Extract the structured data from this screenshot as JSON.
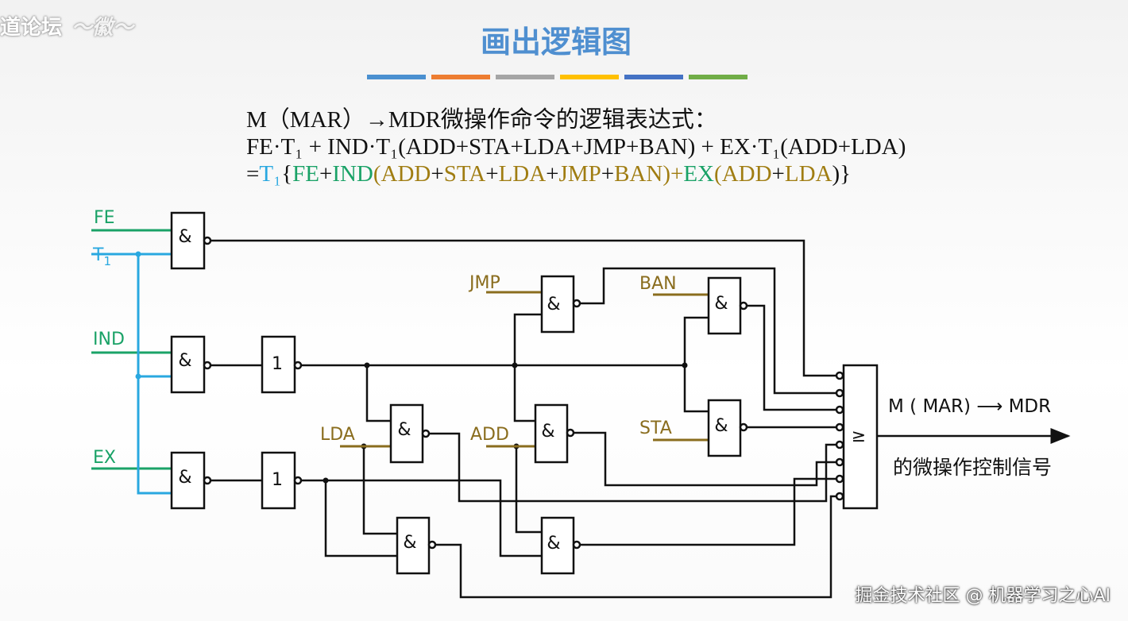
{
  "corner_text": "道论坛",
  "slide_title": "画出逻辑图",
  "title_bar_colors": [
    "#4a90d0",
    "#ed7d31",
    "#a5a5a5",
    "#ffc000",
    "#4472c4",
    "#70ad47"
  ],
  "expression": {
    "line1": "M（MAR）→MDR微操作命令的逻辑表达式：",
    "line2": "FE·T₁ + IND·T₁(ADD+STA+LDA+JMP+BAN) + EX·T₁(ADD+LDA)",
    "line3_parts": {
      "eq": "=",
      "t1": "T₁",
      "brace_open": "{",
      "fe": "FE",
      "plus1": "+",
      "ind": "IND",
      "paren1": "(",
      "add1": "ADD",
      "plus2": "+",
      "sta": "STA",
      "plus3": "+",
      "lda1": "LDA",
      "plus4": "+",
      "jmp": "JMP",
      "plus5": "+",
      "ban": "BAN",
      "paren2": ")+",
      "ex": "EX",
      "paren3": "(",
      "add2": "ADD",
      "plus6": "+",
      "lda2": "LDA",
      "close": ")}"
    }
  },
  "colors": {
    "green": "#1aa267",
    "blue": "#29a8e0",
    "olive": "#8a6d1e",
    "black": "#111111"
  },
  "inputs": {
    "fe": "FE",
    "t1": "T",
    "t1_sub": "1",
    "ind": "IND",
    "ex": "EX",
    "jmp": "JMP",
    "ban": "BAN",
    "lda": "LDA",
    "add": "ADD",
    "sta": "STA"
  },
  "gates": {
    "and_symbol": "&",
    "not_symbol": "1",
    "or_symbol": "≥"
  },
  "output": {
    "line1": "M ( MAR)  ⟶  MDR",
    "line2": "的微操作控制信号"
  },
  "watermark": "掘金技术社区 @ 机器学习之心AI"
}
